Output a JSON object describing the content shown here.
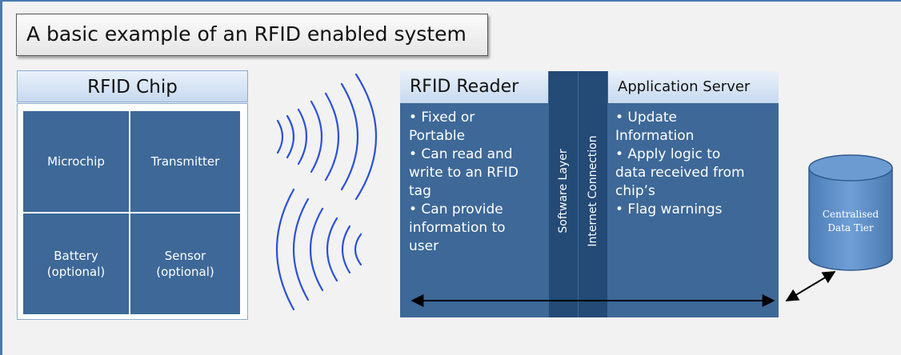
{
  "title": "A basic example of an RFID enabled system",
  "chip": {
    "header": "RFID Chip",
    "cells": [
      "Microchip",
      "Transmitter",
      "Battery\n(optional)",
      "Sensor\n(optional)"
    ]
  },
  "reader": {
    "title": "RFID Reader",
    "bullets": [
      "• Fixed or\nPortable",
      "• Can read and\nwrite to an RFID\ntag",
      "• Can provide\ninformation to\nuser"
    ]
  },
  "layers": {
    "software": "Software Layer",
    "internet": "Internet Connection"
  },
  "server": {
    "title": "Application Server",
    "bullets": [
      "• Update\nInformation",
      "• Apply logic to\ndata received from\nchip’s",
      "• Flag warnings"
    ]
  },
  "data_tier": "Centralised\nData Tier",
  "colors": {
    "panel": "#3d6898",
    "strip": "#244a76",
    "header_top": "#e9f1fa",
    "header_bottom": "#c7d9ef",
    "waves": "#2a52d8",
    "cylinder": "#5e8fc7"
  }
}
